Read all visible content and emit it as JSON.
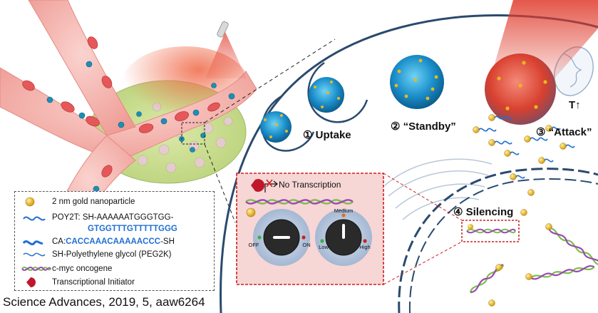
{
  "steps": {
    "uptake": "① Uptake",
    "standby": "② “Standby”",
    "attack": "③ “Attack”",
    "silencing": "④ Silencing"
  },
  "temperature_label": "T↑",
  "switch_panel": {
    "no_transcription": "No Transcription",
    "off": "OFF",
    "on": "ON",
    "low": "Low",
    "medium": "Medium",
    "high": "High"
  },
  "legend": {
    "gold": "2 nm gold nanoparticle",
    "poy2t_line1": "POY2T: SH-AAAAAATGGGTGG-",
    "poy2t_line2": "GTGGTTTGTTTTTGGG",
    "ca_prefix": "CA: ",
    "ca_seq": "CACCAAACAAAAACCC",
    "ca_suffix": "-SH",
    "peg": "SH-Polyethylene glycol (PEG2K)",
    "cmyc": "c-myc oncogene",
    "initiator": "Transcriptional Initiator"
  },
  "citation": "Science Advances, 2019, 5, aaw6264",
  "colors": {
    "vessel": "#f4a6a0",
    "tumor": "#c8dc8a",
    "nanoparticle": "#1f8fc8",
    "gold": "#e8b820",
    "heat": "#e03a2a",
    "dna_green": "#7bbf4a",
    "dna_purple": "#9a4ab0",
    "panel_border": "#cc2020",
    "panel_fill": "#f7d6d6"
  }
}
